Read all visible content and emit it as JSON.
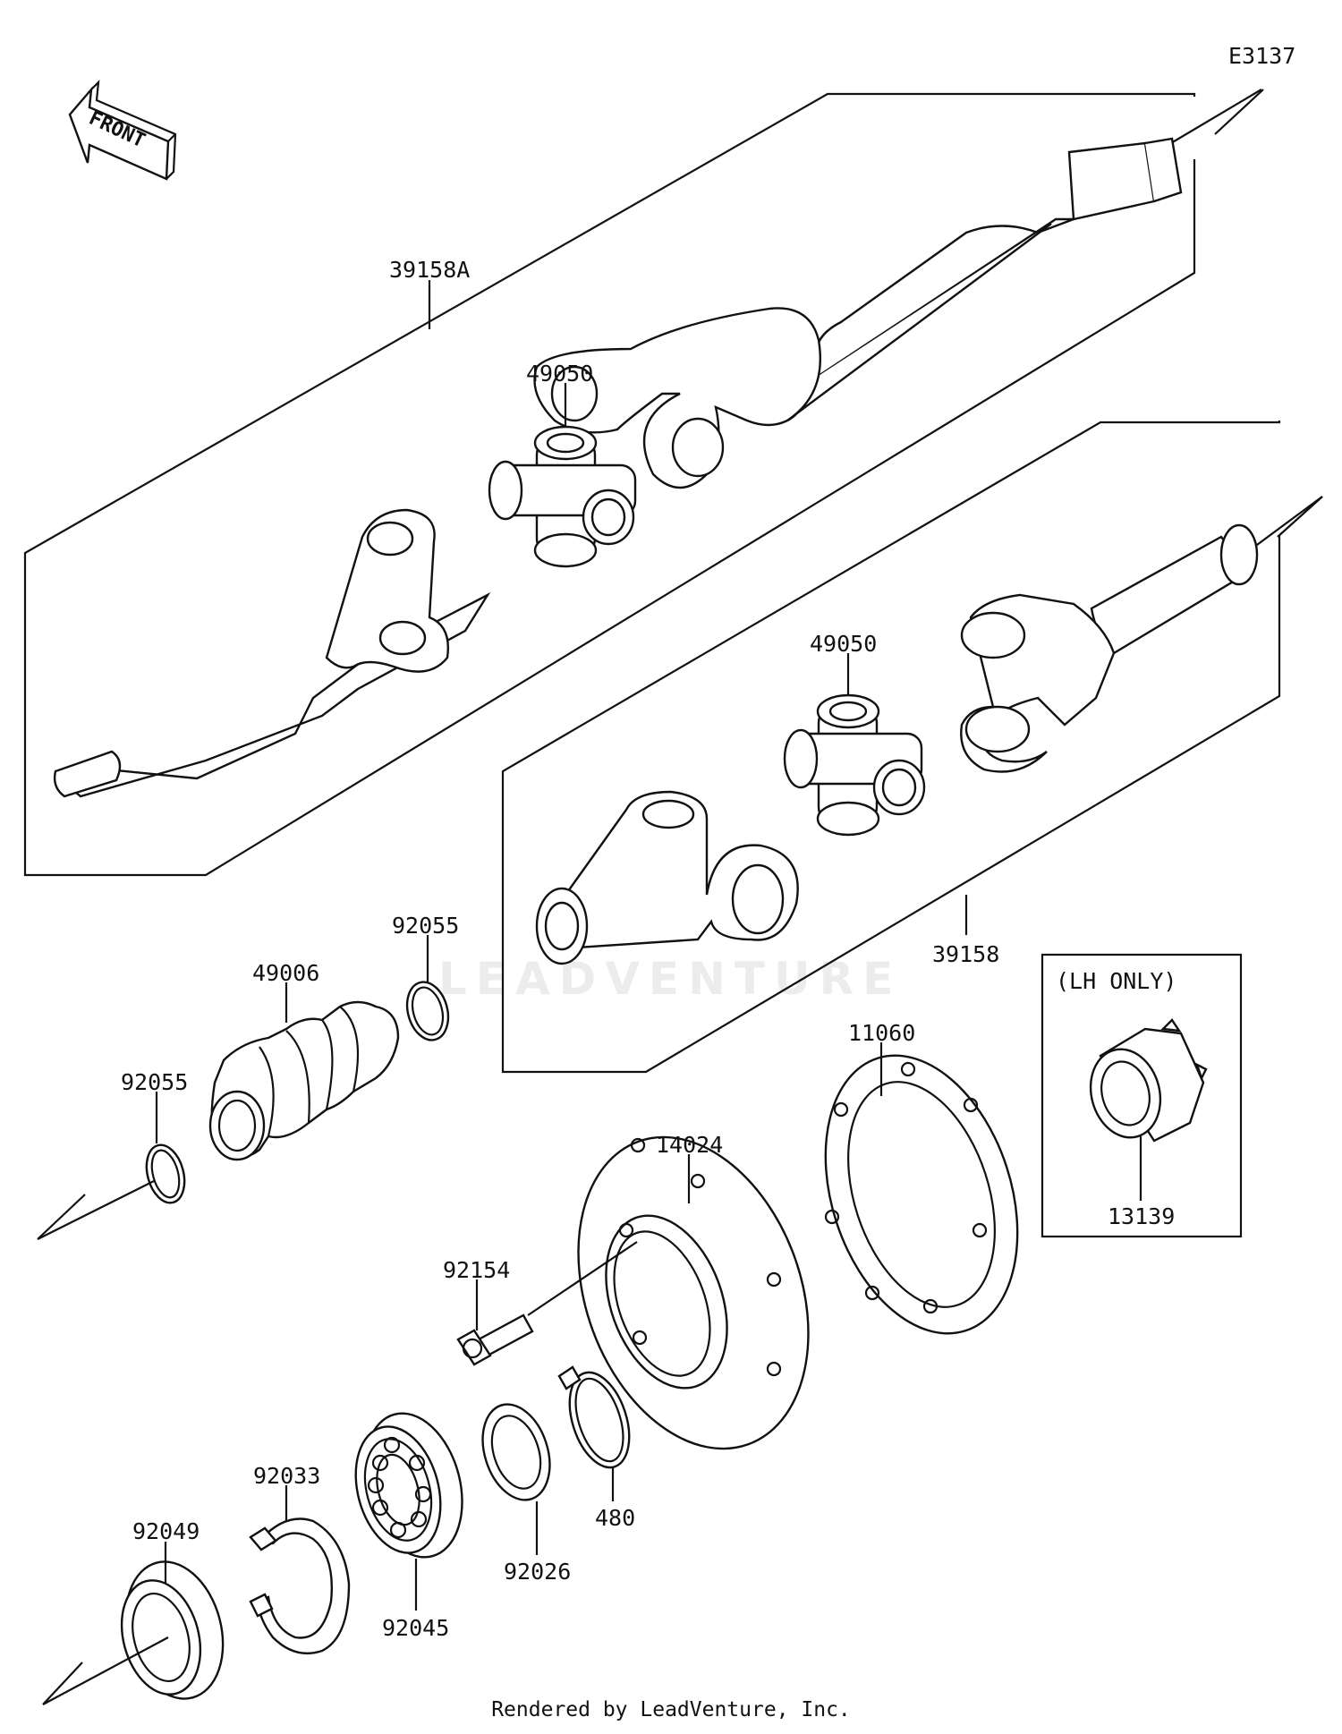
{
  "diagram_code": "E3137",
  "front_label": "FRONT",
  "lh_only_label": "(LH ONLY)",
  "watermark": "LEADVENTURE",
  "footer": "Rendered by LeadVenture, Inc.",
  "parts": [
    {
      "id": "39158A"
    },
    {
      "id": "49050"
    },
    {
      "id": "49050"
    },
    {
      "id": "39158"
    },
    {
      "id": "92055"
    },
    {
      "id": "49006"
    },
    {
      "id": "92055"
    },
    {
      "id": "11060"
    },
    {
      "id": "13139"
    },
    {
      "id": "14024"
    },
    {
      "id": "92154"
    },
    {
      "id": "92033"
    },
    {
      "id": "92049"
    },
    {
      "id": "92045"
    },
    {
      "id": "92026"
    },
    {
      "id": "480"
    }
  ]
}
